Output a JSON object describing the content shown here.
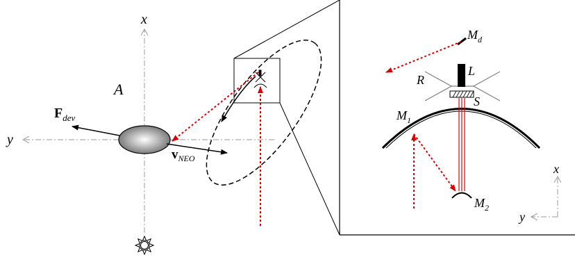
{
  "labels": {
    "x_main": "x",
    "y_main": "y",
    "asteroid_region": "A",
    "force_symbol": "F",
    "force_sub": "dev",
    "velocity_symbol": "v",
    "velocity_sub": "NEO",
    "mirror_d": "M",
    "mirror_d_sub": "d",
    "lens": "L",
    "radiator": "R",
    "support": "S",
    "mirror_1": "M",
    "mirror_1_sub": "1",
    "mirror_2": "M",
    "mirror_2_sub": "2",
    "x_detail": "x",
    "y_detail": "y"
  },
  "colors": {
    "ray": "#dd0000",
    "asteroid_light": "#ffffff",
    "asteroid_dark": "#6f6f6f",
    "axis": "#9a9a9a",
    "frame": "#000000"
  },
  "icons": {
    "sun": "sun-icon"
  }
}
